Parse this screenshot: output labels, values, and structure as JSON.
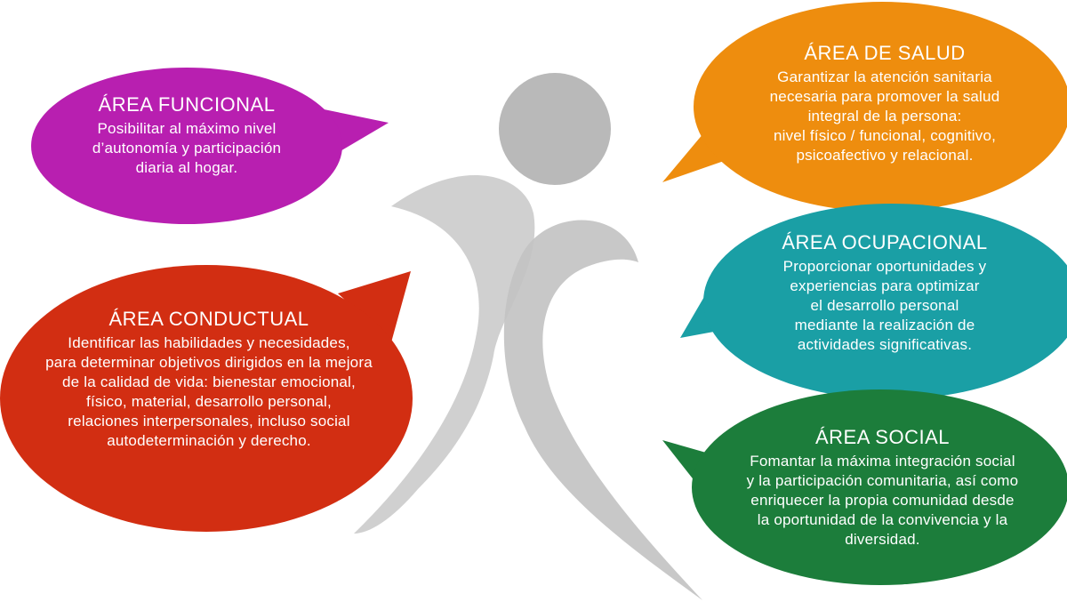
{
  "colors": {
    "funcional": "#b81fb0",
    "conductual": "#d22e12",
    "salud": "#ee8d0e",
    "ocupacional": "#1a9fa5",
    "social": "#1c7d3b",
    "figure_head": "#b9b9b9",
    "figure_body": "#c9c9c9"
  },
  "areas": {
    "funcional": {
      "title": "ÁREA FUNCIONAL",
      "lines": [
        "Posibilitar al máximo nivel",
        "d’autonomía y participación",
        "diaria al hogar."
      ]
    },
    "conductual": {
      "title": "ÁREA CONDUCTUAL",
      "lines": [
        "Identificar las habilidades y necesidades,",
        "para determinar objetivos dirigidos en la mejora",
        "de la calidad de vida: bienestar emocional,",
        "físico, material, desarrollo personal,",
        "relaciones interpersonales, incluso social",
        "autodeterminación y derecho."
      ]
    },
    "salud": {
      "title": "ÁREA DE SALUD",
      "lines": [
        "Garantizar la atención sanitaria",
        "necesaria para promover la salud",
        "integral de la persona:",
        "nivel físico / funcional, cognitivo,",
        "psicoafectivo y relacional."
      ]
    },
    "ocupacional": {
      "title": "ÁREA OCUPACIONAL",
      "lines": [
        "Proporcionar oportunidades y",
        "experiencias para optimizar",
        "el desarrollo personal",
        "mediante la realización de",
        "actividades significativas."
      ]
    },
    "social": {
      "title": "ÁREA SOCIAL",
      "lines": [
        "Fomantar la máxima integración social",
        "y la participación comunitaria, así como",
        "enriquecer la propia comunidad desde",
        "la oportunidad de la convivencia y la",
        "diversidad."
      ]
    }
  }
}
